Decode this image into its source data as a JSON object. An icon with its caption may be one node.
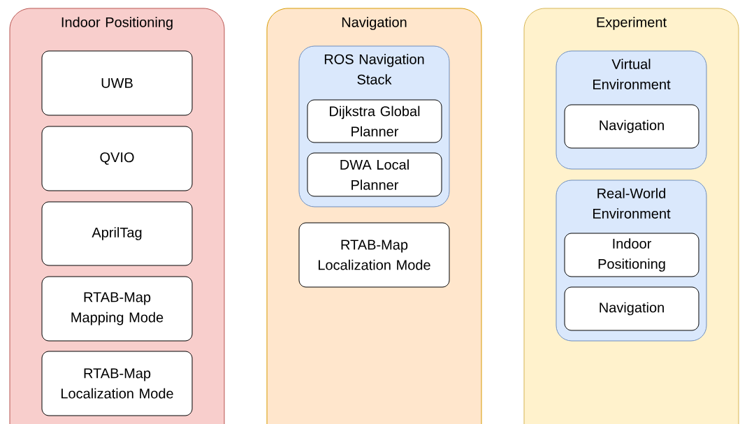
{
  "diagram": {
    "nodes": [
      {
        "text": [
          "Indoor Positioning"
        ]
      },
      {
        "text": [
          "UWB"
        ],
        "in": 0
      },
      {
        "text": [
          "QVIO"
        ],
        "in": 0
      },
      {
        "text": [
          "AprilTag"
        ],
        "in": 0
      },
      {
        "text": [
          "RTAB-Map Mapping Mode"
        ],
        "in": 0
      },
      {
        "text": [
          "RTAB-Map Localization Mode"
        ],
        "in": 0
      },
      {
        "text": [
          "Navigation"
        ]
      },
      {
        "text": [
          "ROS Navigation Stack"
        ],
        "in": 6
      },
      {
        "text": [
          "Dijkstra Global Planner"
        ],
        "in": 7
      },
      {
        "text": [
          "DWA Local Planner"
        ],
        "in": 7
      },
      {
        "text": [
          "RTAB-Map Localization Mode"
        ],
        "in": 6
      },
      {
        "text": [
          "Experiment"
        ]
      },
      {
        "text": [
          "Virtual Environment"
        ],
        "in": 11
      },
      {
        "text": [
          "Navigation"
        ],
        "in": 12
      },
      {
        "text": [
          "Real-World Environment"
        ],
        "in": 11
      },
      {
        "text": [
          "Indoor Positioning"
        ],
        "in": 14
      },
      {
        "text": [
          "Navigation"
        ],
        "in": 14
      }
    ]
  }
}
